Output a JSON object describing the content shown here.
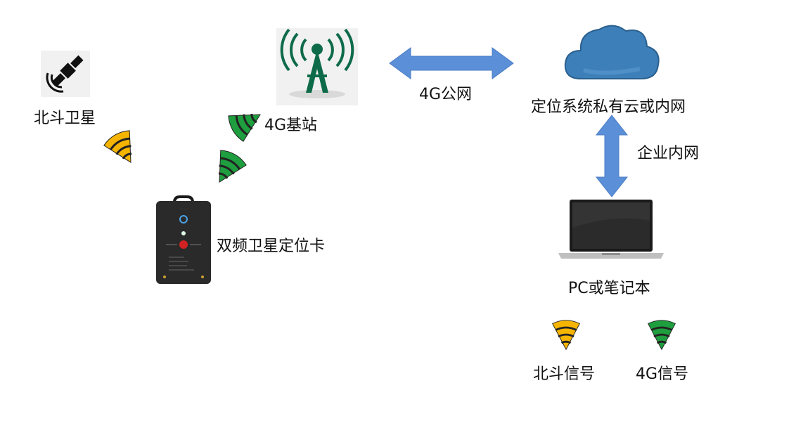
{
  "labels": {
    "satellite": "北斗卫星",
    "base_station": "4G基站",
    "public_net": "4G公网",
    "cloud": "定位系统私有云或内网",
    "intranet": "企业内网",
    "card": "双频卫星定位卡",
    "pc": "PC或笔记本",
    "legend_beidou": "北斗信号",
    "legend_4g": "4G信号"
  },
  "colors": {
    "beidou_signal": "#f5b400",
    "g4_signal": "#1e9e3e",
    "tower": "#0e6b4a",
    "arrow": "#5b8fd8",
    "cloud": "#3d7fb8"
  }
}
